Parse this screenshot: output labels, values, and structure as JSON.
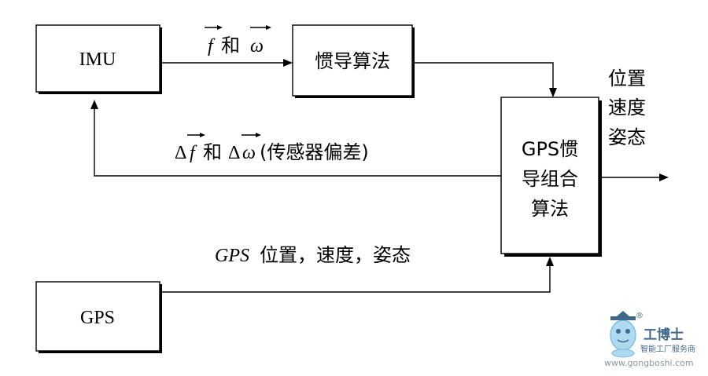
{
  "blocks": {
    "imu": "IMU",
    "ins_algo": "惯导算法",
    "gps_ins_line1": "GPS惯",
    "gps_ins_line2": "导组合",
    "gps_ins_line3": "算法",
    "gps": "GPS"
  },
  "signals": {
    "imu_out_f": "f",
    "imu_out_and": "和",
    "imu_out_w": "ω",
    "fb_delta": "Δ",
    "fb_f": "f",
    "fb_and": "和",
    "fb_delta2": "Δ",
    "fb_w": "ω",
    "fb_desc": "(传感器偏差)",
    "gps_prefix": "GPS",
    "gps_desc": "位置，速度，姿态"
  },
  "outputs": [
    "位置",
    "速度",
    "姿态"
  ],
  "watermark": {
    "brand": "工博士",
    "tagline": "智能工厂服务商",
    "url": "www.gongboshi.com",
    "mark": "®"
  }
}
